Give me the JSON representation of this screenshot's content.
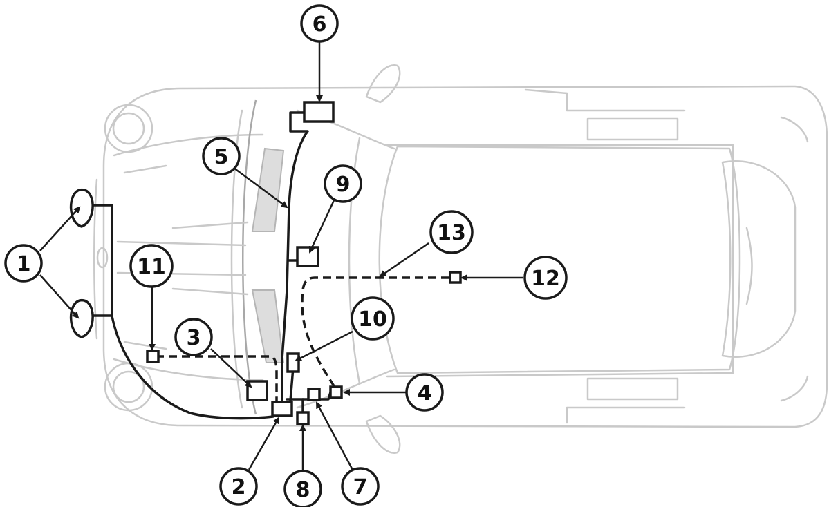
{
  "callouts": [
    {
      "id": "1",
      "label": "1"
    },
    {
      "id": "2",
      "label": "2"
    },
    {
      "id": "3",
      "label": "3"
    },
    {
      "id": "4",
      "label": "4"
    },
    {
      "id": "5",
      "label": "5"
    },
    {
      "id": "6",
      "label": "6"
    },
    {
      "id": "7",
      "label": "7"
    },
    {
      "id": "8",
      "label": "8"
    },
    {
      "id": "9",
      "label": "9"
    },
    {
      "id": "10",
      "label": "10"
    },
    {
      "id": "11",
      "label": "11"
    },
    {
      "id": "12",
      "label": "12"
    },
    {
      "id": "13",
      "label": "13"
    }
  ],
  "colors": {
    "outline": "#c9c9c9",
    "wire": "#1a1a1a",
    "background": "#ffffff"
  }
}
